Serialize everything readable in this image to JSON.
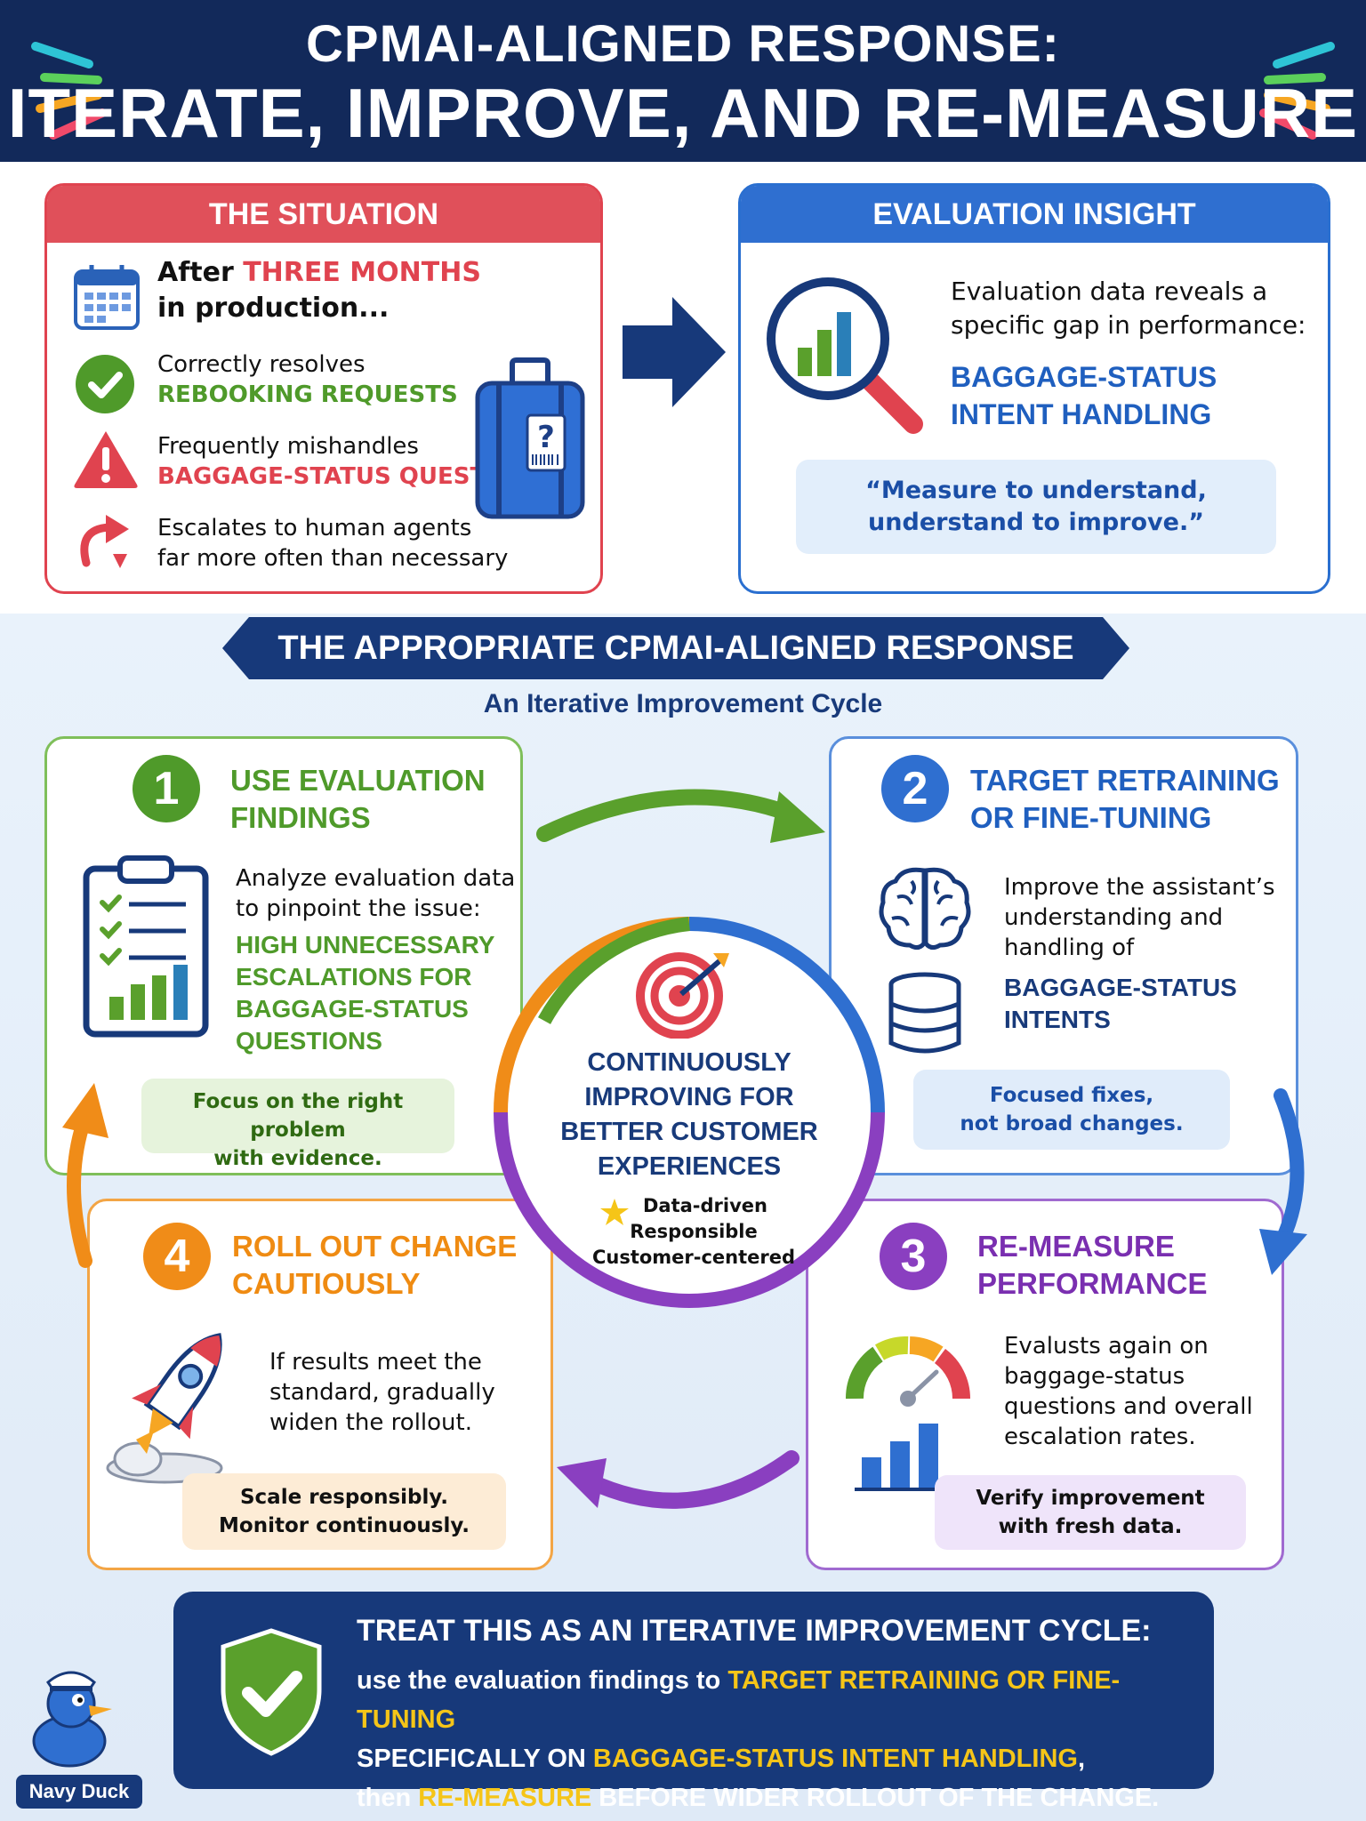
{
  "header": {
    "line1": "CPMAI-ALIGNED RESPONSE:",
    "line2": "ITERATE, IMPROVE, AND RE-MEASURE"
  },
  "situation": {
    "title": "THE SITUATION",
    "after": "After ",
    "three_months": "THREE MONTHS",
    "in_production": "in production...",
    "ok_line1": "Correctly resolves",
    "ok_line2": "REBOOKING REQUESTS",
    "warn_line1": "Frequently mishandles",
    "warn_line2": "BAGGAGE-STATUS QUESTIONS",
    "esc_line1": "Escalates to human agents",
    "esc_line2": "far more often than necessary"
  },
  "insight": {
    "title": "EVALUATION INSIGHT",
    "line1": "Evaluation data reveals a",
    "line2": "specific gap in performance:",
    "gap1": "BAGGAGE-STATUS",
    "gap2": "INTENT HANDLING",
    "quote1": "“Measure to understand,",
    "quote2": "understand to improve.”"
  },
  "response": {
    "banner": "THE APPROPRIATE CPMAI-ALIGNED RESPONSE",
    "subtitle": "An Iterative Improvement Cycle"
  },
  "steps": [
    {
      "n": "1",
      "t1": "USE EVALUATION",
      "t2": "FINDINGS",
      "d1": "Analyze evaluation data",
      "d2": "to pinpoint the issue:",
      "h1": "HIGH UNNECESSARY",
      "h2": "ESCALATIONS FOR",
      "h3": "BAGGAGE-STATUS",
      "h4": "QUESTIONS",
      "note1": "Focus on the right problem",
      "note2": "with evidence."
    },
    {
      "n": "2",
      "t1": "TARGET RETRAINING",
      "t2": "OR FINE-TUNING",
      "d1": "Improve the assistant’s",
      "d2": "understanding and",
      "d3": "handling of",
      "h1": "BAGGAGE-STATUS",
      "h2": "INTENTS",
      "note1": "Focused fixes,",
      "note2": "not broad changes."
    },
    {
      "n": "3",
      "t1": "RE-MEASURE",
      "t2": "PERFORMANCE",
      "d1": "Evalusts again on",
      "d2": "baggage-status",
      "d3": "questions and overall",
      "d4": "escalation rates.",
      "note1": "Verify improvement",
      "note2": "with fresh data."
    },
    {
      "n": "4",
      "t1": "ROLL OUT CHANGE",
      "t2": "CAUTIOUSLY",
      "d1": "If results meet the",
      "d2": "standard, gradually",
      "d3": "widen the rollout.",
      "note1": "Scale responsibly.",
      "note2": "Monitor continuously."
    }
  ],
  "center": {
    "l1": "CONTINUOUSLY",
    "l2": "IMPROVING FOR",
    "l3": "BETTER CUSTOMER",
    "l4": "EXPERIENCES",
    "v1": "Data-driven",
    "v2": "Responsible",
    "v3": "Customer-centered"
  },
  "bottom": {
    "title": "TREAT THIS AS AN ITERATIVE IMPROVEMENT CYCLE:",
    "a": "use the evaluation findings to ",
    "b": "TARGET RETRAINING OR FINE-TUNING",
    "c": "SPECIFICALLY ON ",
    "d": "BAGGAGE-STATUS INTENT HANDLING",
    ",": ",",
    "e": "then ",
    "f": "RE-MEASURE",
    "g": " BEFORE WIDER ROLLOUT OF THE CHANGE."
  },
  "mascot": {
    "label": "Navy Duck"
  },
  "colors": {
    "navy": "#12295a",
    "red": "#e0434f",
    "blue": "#2a6fd0",
    "green": "#5aa02c",
    "purple": "#8a3fc0",
    "orange": "#f08c18",
    "yellow": "#f5c518"
  }
}
